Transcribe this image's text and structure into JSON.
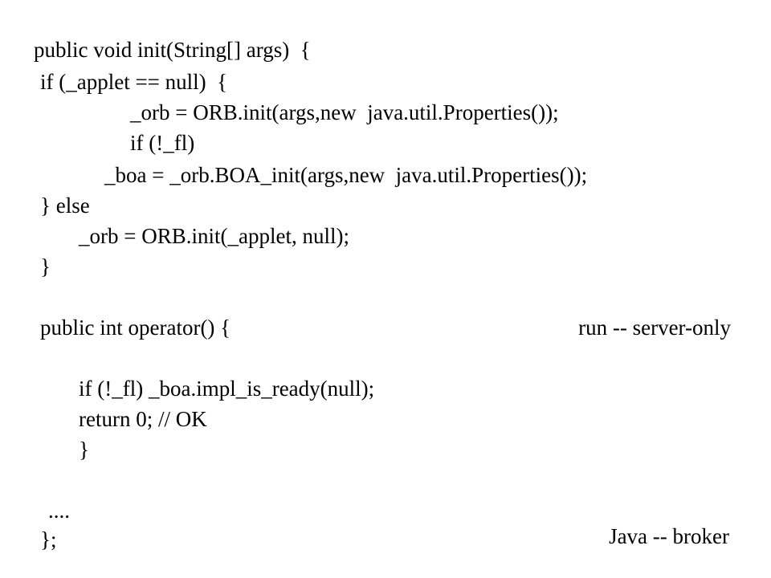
{
  "slide": {
    "code_lines": [
      "public void init(String[] args)  {",
      "if (_applet == null)  {",
      "_orb = ORB.init(args,new  java.util.Properties());",
      "if (!_fl)",
      "_boa = _orb.BOA_init(args,new  java.util.Properties());",
      "} else",
      "_orb = ORB.init(_applet, null);",
      "}",
      "public int operator() {",
      "if (!_fl) _boa.impl_is_ready(null);",
      "return 0; // OK",
      "}",
      "....",
      "};"
    ],
    "notes": {
      "run_server_only": "run -- server-only",
      "java_broker": "Java -- broker"
    }
  }
}
